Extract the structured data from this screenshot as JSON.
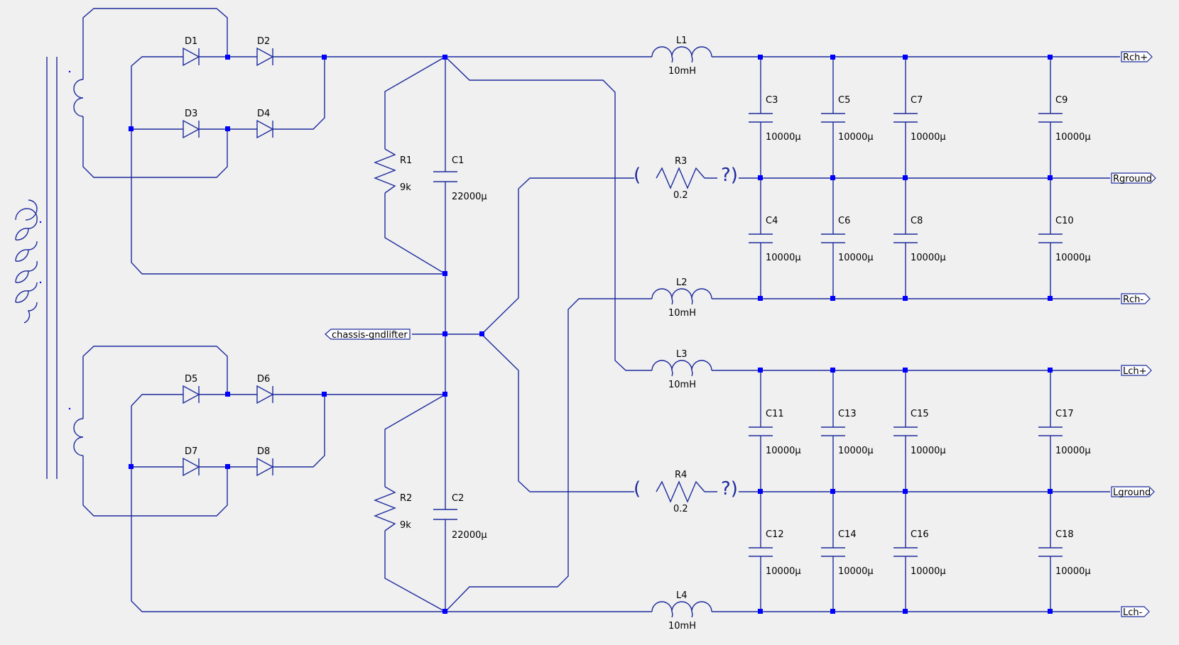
{
  "components": {
    "D1": {
      "ref": "D1"
    },
    "D2": {
      "ref": "D2"
    },
    "D3": {
      "ref": "D3"
    },
    "D4": {
      "ref": "D4"
    },
    "D5": {
      "ref": "D5"
    },
    "D6": {
      "ref": "D6"
    },
    "D7": {
      "ref": "D7"
    },
    "D8": {
      "ref": "D8"
    },
    "R1": {
      "ref": "R1",
      "value": "9k"
    },
    "R2": {
      "ref": "R2",
      "value": "9k"
    },
    "R3": {
      "ref": "R3",
      "value": "0.2",
      "open": "(",
      "close": "?)"
    },
    "R4": {
      "ref": "R4",
      "value": "0.2",
      "open": "(",
      "close": "?)"
    },
    "C1": {
      "ref": "C1",
      "value": "22000µ"
    },
    "C2": {
      "ref": "C2",
      "value": "22000µ"
    },
    "L1": {
      "ref": "L1",
      "value": "10mH"
    },
    "L2": {
      "ref": "L2",
      "value": "10mH"
    },
    "L3": {
      "ref": "L3",
      "value": "10mH"
    },
    "L4": {
      "ref": "L4",
      "value": "10mH"
    },
    "C3": {
      "ref": "C3",
      "value": "10000µ"
    },
    "C4": {
      "ref": "C4",
      "value": "10000µ"
    },
    "C5": {
      "ref": "C5",
      "value": "10000µ"
    },
    "C6": {
      "ref": "C6",
      "value": "10000µ"
    },
    "C7": {
      "ref": "C7",
      "value": "10000µ"
    },
    "C8": {
      "ref": "C8",
      "value": "10000µ"
    },
    "C9": {
      "ref": "C9",
      "value": "10000µ"
    },
    "C10": {
      "ref": "C10",
      "value": "10000µ"
    },
    "C11": {
      "ref": "C11",
      "value": "10000µ"
    },
    "C12": {
      "ref": "C12",
      "value": "10000µ"
    },
    "C13": {
      "ref": "C13",
      "value": "10000µ"
    },
    "C14": {
      "ref": "C14",
      "value": "10000µ"
    },
    "C15": {
      "ref": "C15",
      "value": "10000µ"
    },
    "C16": {
      "ref": "C16",
      "value": "10000µ"
    },
    "C17": {
      "ref": "C17",
      "value": "10000µ"
    },
    "C18": {
      "ref": "C18",
      "value": "10000µ"
    }
  },
  "net_labels": {
    "rch_plus": "Rch+",
    "rground": "Rground",
    "rch_minus": "Rch-",
    "lch_plus": "Lch+",
    "lground": "Lground",
    "lch_minus": "Lch-",
    "chassis": "chassis-gndlifter"
  },
  "colors": {
    "wire": "#1c2a9c",
    "junction": "#0000ff",
    "background": "#f0f0f0"
  }
}
